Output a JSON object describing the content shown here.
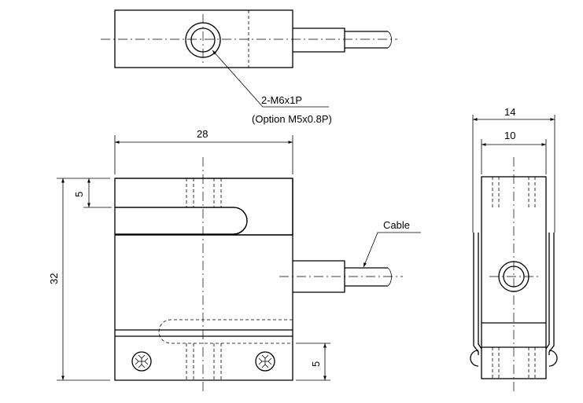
{
  "annotations": {
    "thread_callout": "2-M6x1P",
    "thread_option": "(Option M5x0.8P)",
    "cable_label": "Cable"
  },
  "dimensions": {
    "width": "28",
    "height": "32",
    "slot_top": "5",
    "slot_bottom": "5",
    "side_outer_width": "14",
    "side_inner_width": "10"
  }
}
